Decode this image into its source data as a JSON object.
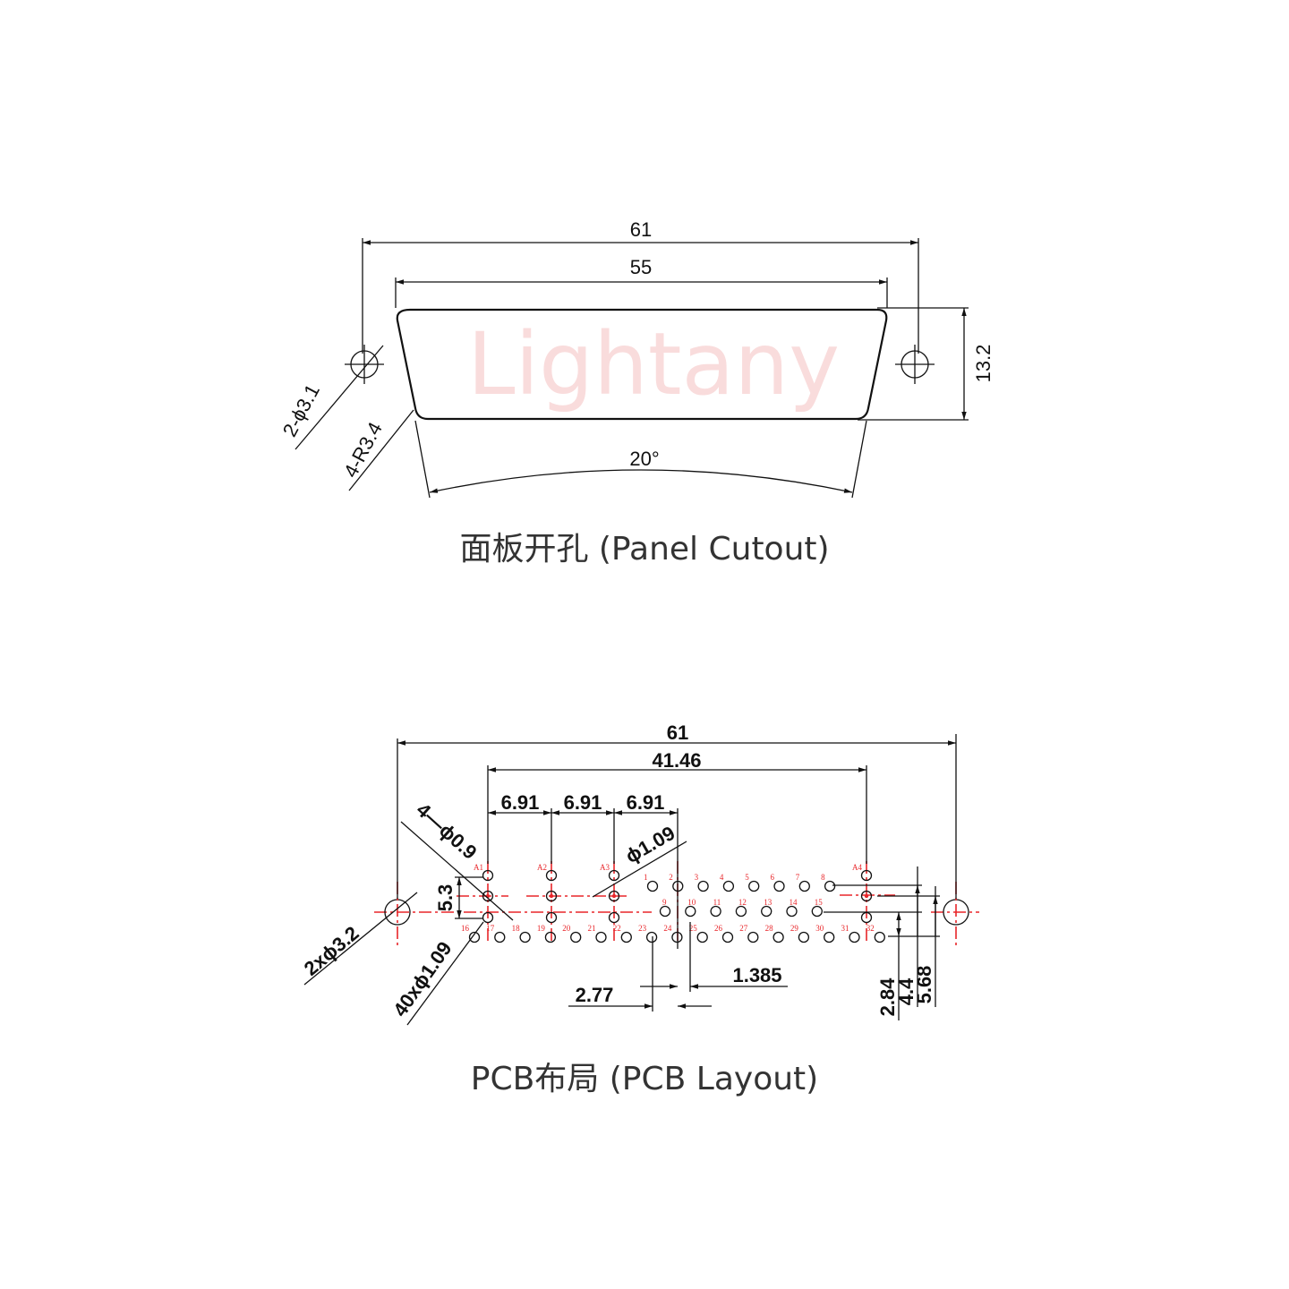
{
  "watermark": "Lightany",
  "panel": {
    "title": "面板开孔 (Panel Cutout)",
    "dim_overall": "61",
    "dim_cutout": "55",
    "dim_height": "13.2",
    "dim_hole": "2-ϕ3.1",
    "dim_radius": "4-R3.4",
    "dim_angle": "20°"
  },
  "pcb": {
    "title": "PCB布局 (PCB Layout)",
    "dim_overall": "61",
    "dim_span": "41.46",
    "dim_pitch_1": "6.91",
    "dim_pitch_2": "6.91",
    "dim_pitch_3": "6.91",
    "dim_coax_hole": "4—ϕ0.9",
    "dim_coax_pin": "ϕ1.09",
    "dim_coax_v": "5.3",
    "dim_mount": "2xϕ3.2",
    "dim_pins": "40xϕ1.09",
    "dim_pitch_x": "2.77",
    "dim_half_pitch": "1.385",
    "dim_row_1": "2.84",
    "dim_row_2": "4.4",
    "dim_row_3": "5.68",
    "labels_row1": [
      "1",
      "2",
      "3",
      "4",
      "5",
      "6",
      "7",
      "8"
    ],
    "labels_row2": [
      "9",
      "10",
      "11",
      "12",
      "13",
      "14",
      "15"
    ],
    "labels_row3": [
      "16",
      "17",
      "18",
      "19",
      "20",
      "21",
      "22",
      "23",
      "24",
      "25",
      "26",
      "27",
      "28",
      "29",
      "30",
      "31",
      "32"
    ],
    "labels_coax": [
      "A1",
      "A2",
      "A3",
      "A4"
    ]
  }
}
